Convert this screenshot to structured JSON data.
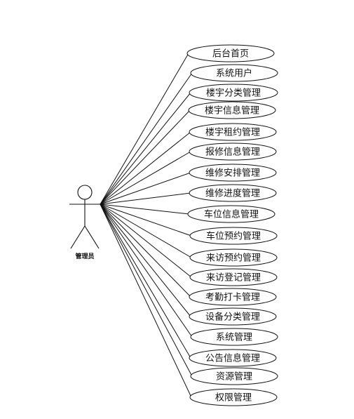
{
  "actor": {
    "name": "管理员"
  },
  "use_cases": [
    {
      "label": "后台首页"
    },
    {
      "label": "系统用户"
    },
    {
      "label": "楼宇分类管理"
    },
    {
      "label": "楼宇信息管理"
    },
    {
      "label": "楼宇租约管理"
    },
    {
      "label": "报修信息管理"
    },
    {
      "label": "维修安排管理"
    },
    {
      "label": "维修进度管理"
    },
    {
      "label": "车位信息管理"
    },
    {
      "label": "车位预约管理"
    },
    {
      "label": "来访预约管理"
    },
    {
      "label": "来访登记管理"
    },
    {
      "label": "考勤打卡管理"
    },
    {
      "label": "设备分类管理"
    },
    {
      "label": "系统管理"
    },
    {
      "label": "公告信息管理"
    },
    {
      "label": "资源管理"
    },
    {
      "label": "权限管理"
    }
  ],
  "colors": {
    "stroke": "#111111",
    "fill": "#ffffff"
  }
}
